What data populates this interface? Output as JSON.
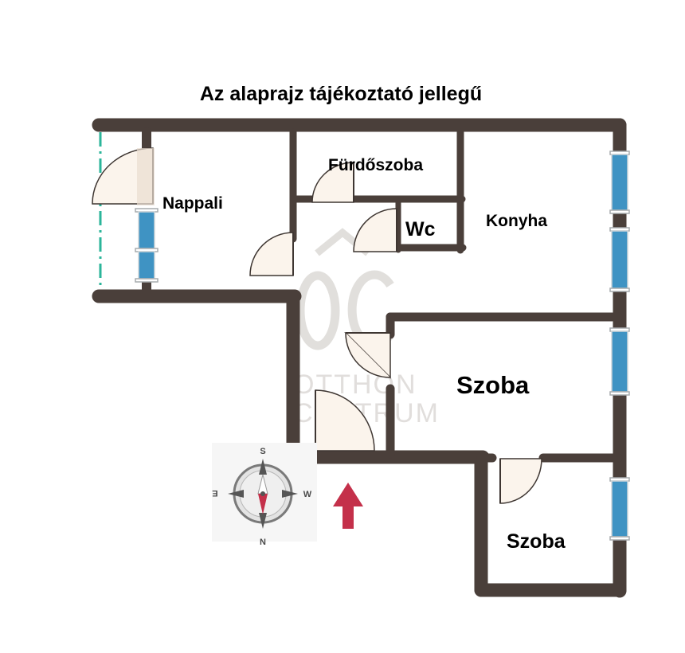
{
  "title": "Az alaprajz tájékoztató jellegű",
  "rooms": {
    "nappali": "Nappali",
    "furdoszoba": "Fürdőszoba",
    "wc": "Wc",
    "konyha": "Konyha",
    "szoba_1": "Szoba",
    "szoba_2": "Szoba"
  },
  "watermark": {
    "logo": "ÔC",
    "line1": "OTTHON",
    "line2": "CENTRUM"
  },
  "compass": {
    "north": "N",
    "south": "S",
    "east": "E",
    "west": "W"
  },
  "colors": {
    "wall": "#4a3f3a",
    "window": "#3f93c3",
    "balcony_line": "#2bb59a",
    "arrow": "#c4304a",
    "door_fill": "#fbf4ec"
  },
  "icons": [
    "compass-icon",
    "north-arrow-icon",
    "door-icon",
    "window-icon"
  ]
}
